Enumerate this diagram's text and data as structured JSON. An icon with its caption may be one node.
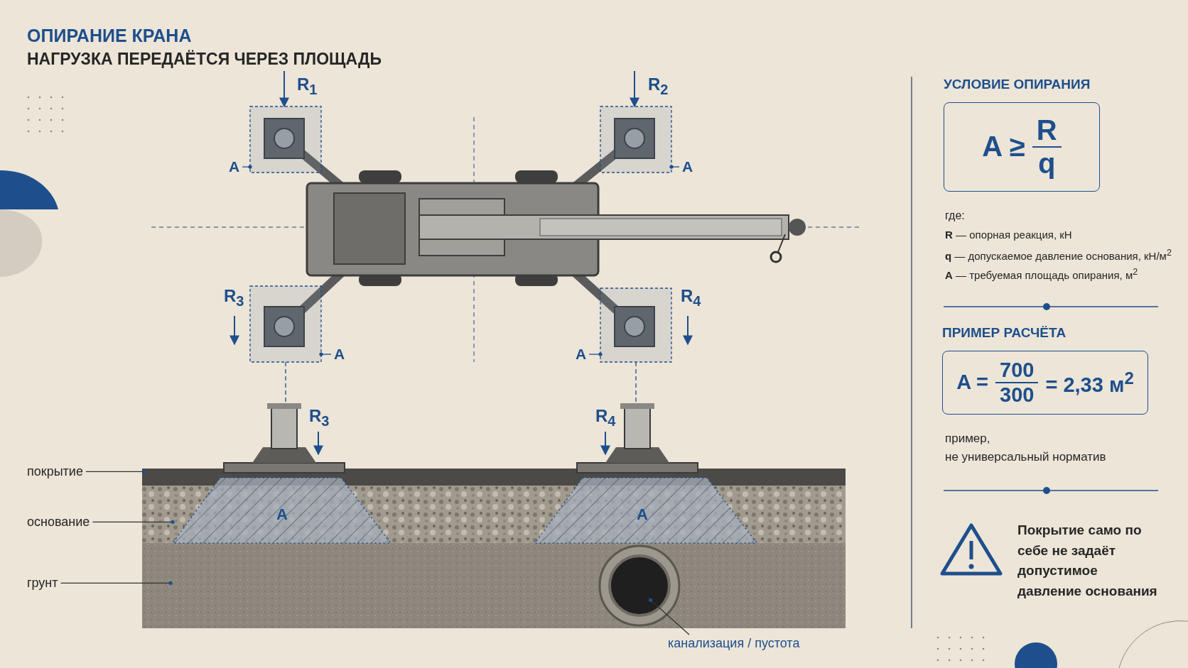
{
  "diagram": {
    "title": "ОПИРАНИЕ КРАНА",
    "nodes": [
      {
        "text": [
          "покрытие"
        ]
      },
      {
        "text": [],
        "shape": "box"
      },
      {
        "text": [
          "основание"
        ]
      },
      {
        "text": [],
        "shape": "box"
      },
      {
        "text": [
          "грунт"
        ]
      },
      {
        "text": [],
        "shape": "box"
      },
      {
        "text": [
          "канализация / пустота"
        ]
      },
      {
        "text": [],
        "shape": "circle",
        "in": 5
      },
      {
        "text": [
          "УСЛОВИЕ ОПИРАНИЯ",
          "A ≥",
          "R",
          "q"
        ]
      },
      {
        "text": [
          "ПРИМЕР РАСЧЁТА",
          "A =",
          "700",
          "300",
          "= 2,33 м$^{2}$"
        ]
      },
      {
        "text": [
          "A"
        ]
      },
      {
        "text": [
          "A"
        ]
      },
      {
        "text": [
          "A"
        ]
      },
      {
        "text": [
          "A"
        ]
      },
      {
        "text": [],
        "shape": "box",
        "beside": [
          "R$_{1}$"
        ]
      },
      {
        "text": [],
        "shape": "box",
        "beside": [
          "R$_{2}$"
        ]
      },
      {
        "text": [],
        "shape": "box",
        "beside": [
          "R$_{3}$"
        ]
      },
      {
        "text": [],
        "shape": "box",
        "beside": [
          "R$_{4}$"
        ]
      },
      {
        "text": [],
        "shape": "picture"
      },
      {
        "text": [],
        "shape": "picture"
      }
    ],
    "edges": [
      {
        "from": 0,
        "to": 1,
        "arrow": "other"
      },
      {
        "from": 2,
        "to": 3,
        "arrow": "other"
      },
      {
        "from": 4,
        "to": 5,
        "arrow": "other"
      },
      {
        "from": 6,
        "to": 7,
        "arrow": "other"
      },
      {
        "from": 10,
        "to": 14,
        "arrow": "other"
      },
      {
        "from": 11,
        "to": 15,
        "arrow": "other"
      },
      {
        "from": 12,
        "to": 16,
        "arrow": "other"
      },
      {
        "from": 13,
        "to": 17,
        "arrow": "other"
      },
      {
        "from": 16,
        "to": 18,
        "arrow": "none",
        "style": "dashed"
      },
      {
        "from": 17,
        "to": 19,
        "arrow": "none",
        "style": "dashed"
      }
    ],
    "labels": [
      "НАГРУЗКА ПЕРЕДАЁТСЯ ЧЕРЕЗ ПЛОЩАДЬ",
      "A",
      "A",
      "R$_{3}$",
      "R$_{4}$",
      "где:",
      "**R** — опорная реакция, кН",
      "**q** — допускаемое давление основания, кН/м$^{2}$",
      "**A** — требуемая площадь опирания, м$^{2}$",
      "пример,",
      "не универсальный норматив",
      "Покрытие само по себе не задаёт допустимое давление основания"
    ]
  }
}
